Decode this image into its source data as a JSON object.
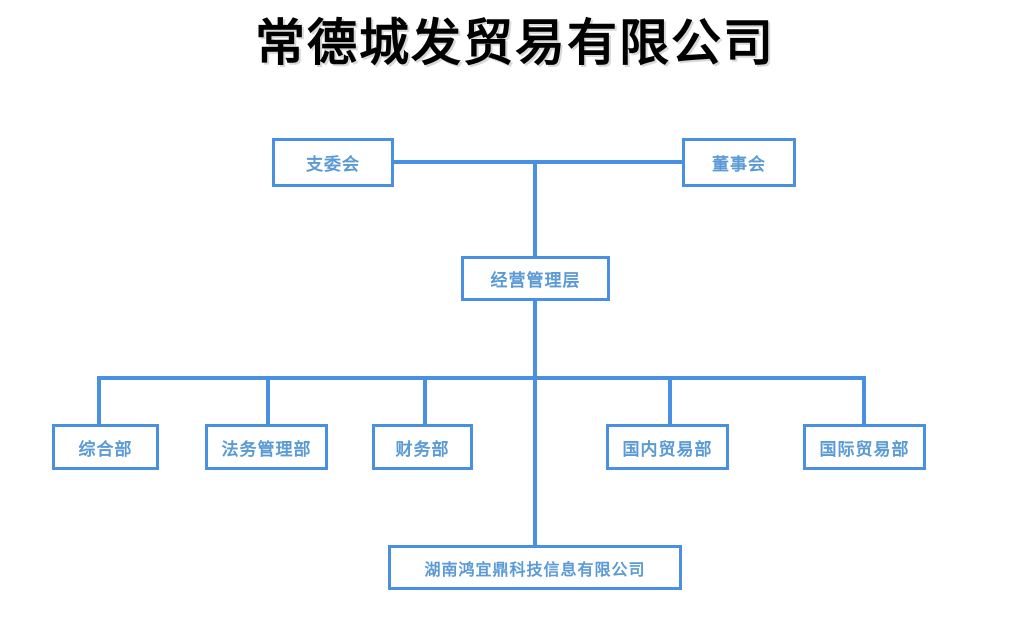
{
  "title": "常德城发贸易有限公司",
  "theme": {
    "box_border": "#4a90e2",
    "box_fill": "#ffffff",
    "label_color": "#5b9bd5",
    "line_color": "#4a90e2",
    "title_color": "#000000",
    "background": "#ffffff"
  },
  "nodes": {
    "party_committee": "支委会",
    "board_of_directors": "董事会",
    "management": "经营管理层",
    "subsidiary": "湖南鸿宜鼎科技信息有限公司"
  },
  "departments": [
    {
      "label": "综合部"
    },
    {
      "label": "法务管理部"
    },
    {
      "label": "财务部"
    },
    {
      "label": "国内贸易部"
    },
    {
      "label": "国际贸易部"
    }
  ],
  "chart_data": {
    "type": "diagram",
    "diagram_type": "organization-chart",
    "title": "常德城发贸易有限公司",
    "levels": [
      {
        "level": 1,
        "nodes": [
          "支委会",
          "董事会"
        ]
      },
      {
        "level": 2,
        "nodes": [
          "经营管理层"
        ]
      },
      {
        "level": 3,
        "nodes": [
          "综合部",
          "法务管理部",
          "财务部",
          "国内贸易部",
          "国际贸易部"
        ]
      },
      {
        "level": 4,
        "nodes": [
          "湖南鸿宜鼎科技信息有限公司"
        ]
      }
    ],
    "edges": [
      {
        "from": "支委会",
        "to": "董事会",
        "style": "horizontal-bus"
      },
      {
        "from": "董事会",
        "to": "经营管理层"
      },
      {
        "from": "经营管理层",
        "to": "综合部"
      },
      {
        "from": "经营管理层",
        "to": "法务管理部"
      },
      {
        "from": "经营管理层",
        "to": "财务部"
      },
      {
        "from": "经营管理层",
        "to": "国内贸易部"
      },
      {
        "from": "经营管理层",
        "to": "国际贸易部"
      },
      {
        "from": "经营管理层",
        "to": "湖南鸿宜鼎科技信息有限公司"
      }
    ]
  }
}
